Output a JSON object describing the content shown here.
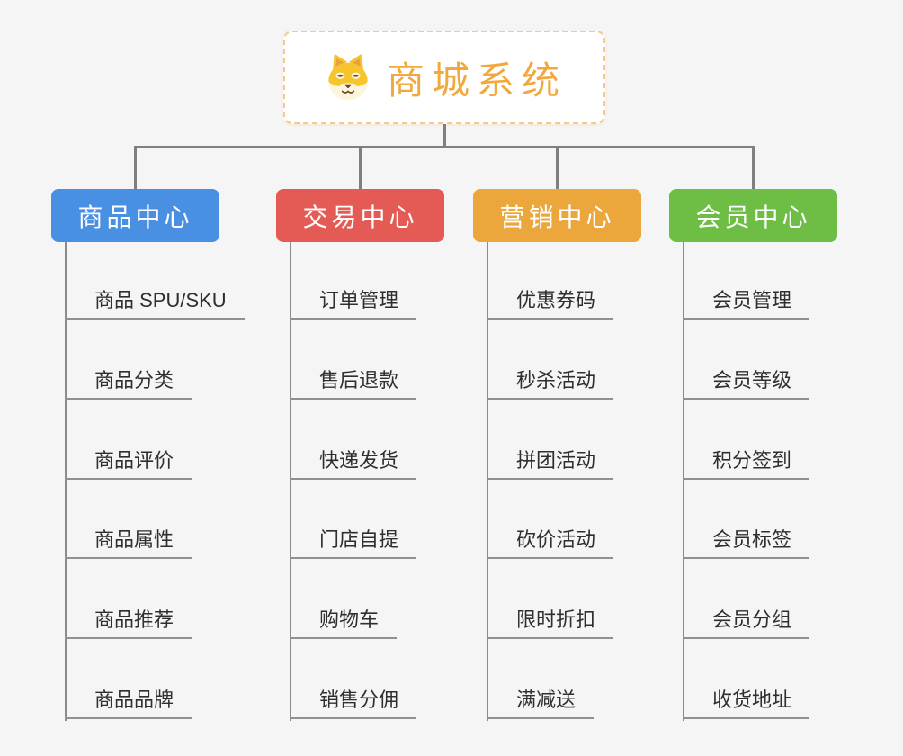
{
  "canvas": {
    "background": "#f5f5f6",
    "connector_color": "#7f7f7f"
  },
  "root": {
    "title": "商城系统",
    "icon": "dog-face-icon",
    "title_color": "#f1a93e",
    "border_color": "#f4c98e"
  },
  "branches": [
    {
      "label": "商品中心",
      "color": "#4a90e2",
      "items": [
        "商品 SPU/SKU",
        "商品分类",
        "商品评价",
        "商品属性",
        "商品推荐",
        "商品品牌"
      ]
    },
    {
      "label": "交易中心",
      "color": "#e4�b56",
      "items": [
        "订单管理",
        "售后退款",
        "快递发货",
        "门店自提",
        "购物车",
        "销售分佣"
      ]
    },
    {
      "label": "营销中心",
      "color": "#eba73c",
      "items": [
        "优惠券码",
        "秒杀活动",
        "拼团活动",
        "砍价活动",
        "限时折扣",
        "满减送"
      ]
    },
    {
      "label": "会员中心",
      "color": "#6ebe45",
      "items": [
        "会员管理",
        "会员等级",
        "积分签到",
        "会员标签",
        "会员分组",
        "收货地址"
      ]
    }
  ]
}
